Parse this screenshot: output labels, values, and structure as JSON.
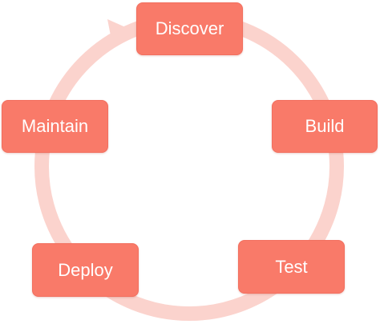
{
  "diagram": {
    "colors": {
      "box_fill": "#f97a69",
      "box_border": "#f26f5e",
      "box_text": "#ffffff",
      "ring": "#fbd3cd"
    },
    "stages": [
      {
        "label": "Discover"
      },
      {
        "label": "Build"
      },
      {
        "label": "Test"
      },
      {
        "label": "Deploy"
      },
      {
        "label": "Maintain"
      }
    ],
    "flow_direction": "clockwise"
  }
}
